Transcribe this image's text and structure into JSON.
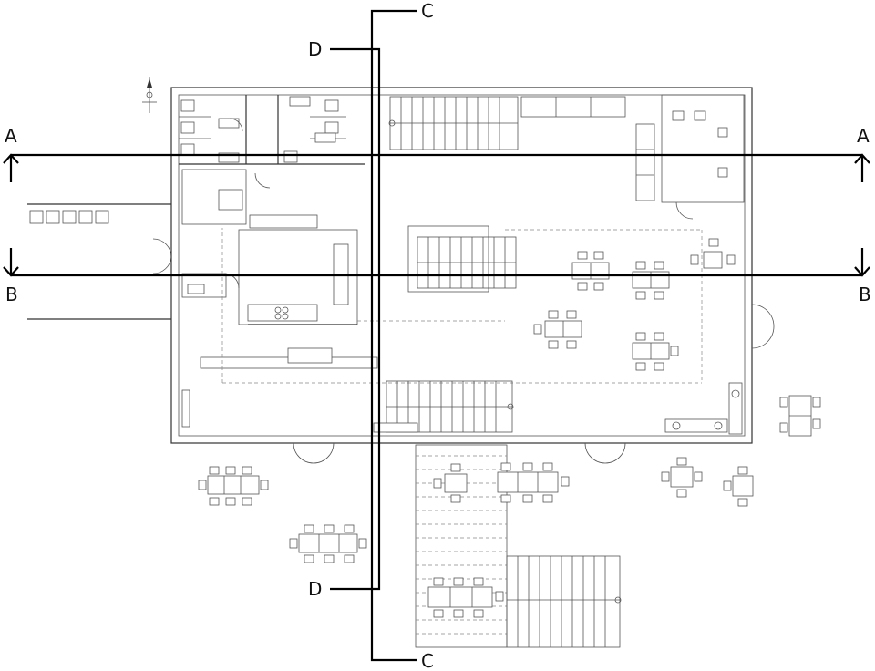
{
  "section_marks": {
    "a_left": "A",
    "a_right": "A",
    "b_left": "B",
    "b_right": "B",
    "c_top": "C",
    "c_bottom": "C",
    "d_top": "D",
    "d_bottom": "D"
  }
}
